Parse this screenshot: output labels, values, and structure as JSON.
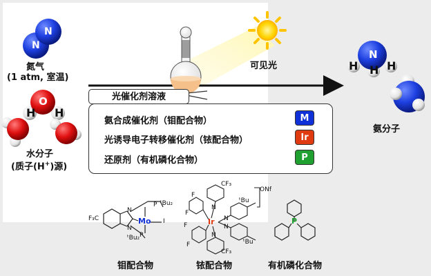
{
  "nitrogen": {
    "atom1": "N",
    "atom2": "N",
    "name": "氮气",
    "conditions": "(1 atm, 室温)"
  },
  "water": {
    "atom_o": "O",
    "atom_h1": "H",
    "atom_h2": "H",
    "name": "水分子",
    "role_prefix": "(质子(H",
    "role_sup": "+",
    "role_suffix": ")源)"
  },
  "light": {
    "label": "可见光"
  },
  "ammonia": {
    "atom_n": "N",
    "atom_h1": "H",
    "atom_h2": "H",
    "atom_h3": "H",
    "name": "氨分子"
  },
  "solution": {
    "title": "光催化剂溶液",
    "items": [
      {
        "text": "氨合成催化剂（钼配合物）",
        "badge": "M",
        "color": "#1030d8"
      },
      {
        "text": "光诱导电子转移催化剂（铱配合物）",
        "badge": "Ir",
        "color": "#e03a10"
      },
      {
        "text": "还原剂（有机磷化合物）",
        "badge": "P",
        "color": "#1fa030"
      }
    ]
  },
  "structures": {
    "mo": {
      "caption": "钼配合物",
      "cf3": "F₃C",
      "metal": "Mo",
      "n1": "N",
      "n2": "N",
      "p1": "P",
      "tbu1": "ᵗBu₂",
      "p2": "P",
      "tbu2": "ᵗBu₂",
      "i": "I"
    },
    "ir": {
      "caption": "铱配合物",
      "metal": "Ir",
      "f1": "F",
      "f2": "F",
      "f3": "F",
      "f4": "F",
      "cf3a": "CF₃",
      "cf3b": "CF₃",
      "n1": "N",
      "n2": "N",
      "n3": "N",
      "n4": "N",
      "tbu1": "ᵗBu",
      "tbu2": "ᵗBu",
      "counter": "ONf"
    },
    "p": {
      "caption": "有机磷化合物",
      "atom": "P"
    }
  },
  "colors": {
    "nitrogen_blue": "#1a3fe0",
    "oxygen_red": "#e01010",
    "hydrogen": "#ffffff",
    "sun": "#ffc400",
    "flask_liquid": "#f5c89a"
  }
}
